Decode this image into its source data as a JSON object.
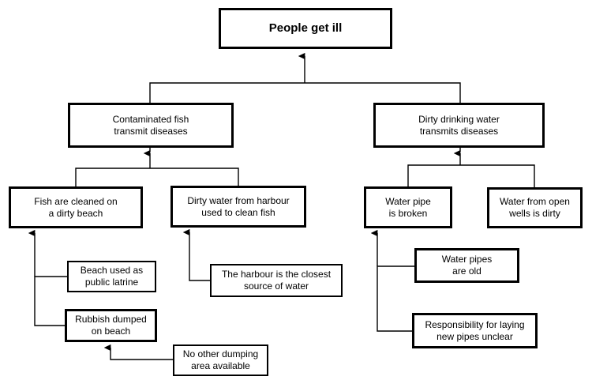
{
  "diagram": {
    "title": "People get ill problem tree",
    "type": "problem-tree",
    "line_color": "#000000",
    "box_fill": "#ffffff",
    "box_border_color": "#000000",
    "nodes": [
      {
        "id": "root",
        "label": "People get ill",
        "level": 1
      },
      {
        "id": "contaminated",
        "label": "Contaminated fish\ntransmit diseases",
        "level": 2
      },
      {
        "id": "dirtywater",
        "label": "Dirty drinking water\ntransmits diseases",
        "level": 2
      },
      {
        "id": "fishcleaned",
        "label": "Fish are cleaned on\na dirty beach",
        "level": 3
      },
      {
        "id": "harbourwater",
        "label": "Dirty water from harbour\nused to clean fish",
        "level": 3
      },
      {
        "id": "pipebroken",
        "label": "Water pipe\nis broken",
        "level": 3
      },
      {
        "id": "openwells",
        "label": "Water from open\nwells is dirty",
        "level": 3
      },
      {
        "id": "latrine",
        "label": "Beach used as\npublic latrine",
        "level": 4
      },
      {
        "id": "rubbish",
        "label": "Rubbish dumped\non beach",
        "level": 4
      },
      {
        "id": "nodumping",
        "label": "No other dumping\narea available",
        "level": 5
      },
      {
        "id": "harbourclosest",
        "label": "The harbour is the closest\nsource of water",
        "level": 4
      },
      {
        "id": "pipesold",
        "label": "Water pipes\nare old",
        "level": 4
      },
      {
        "id": "responsibility",
        "label": "Responsibility for laying\nnew pipes unclear",
        "level": 4
      }
    ],
    "edges": [
      {
        "from": "contaminated",
        "to": "root"
      },
      {
        "from": "dirtywater",
        "to": "root"
      },
      {
        "from": "fishcleaned",
        "to": "contaminated"
      },
      {
        "from": "harbourwater",
        "to": "contaminated"
      },
      {
        "from": "pipebroken",
        "to": "dirtywater"
      },
      {
        "from": "openwells",
        "to": "dirtywater"
      },
      {
        "from": "latrine",
        "to": "fishcleaned"
      },
      {
        "from": "rubbish",
        "to": "fishcleaned"
      },
      {
        "from": "nodumping",
        "to": "rubbish"
      },
      {
        "from": "harbourclosest",
        "to": "harbourwater"
      },
      {
        "from": "pipesold",
        "to": "pipebroken"
      },
      {
        "from": "responsibility",
        "to": "pipebroken"
      }
    ]
  }
}
